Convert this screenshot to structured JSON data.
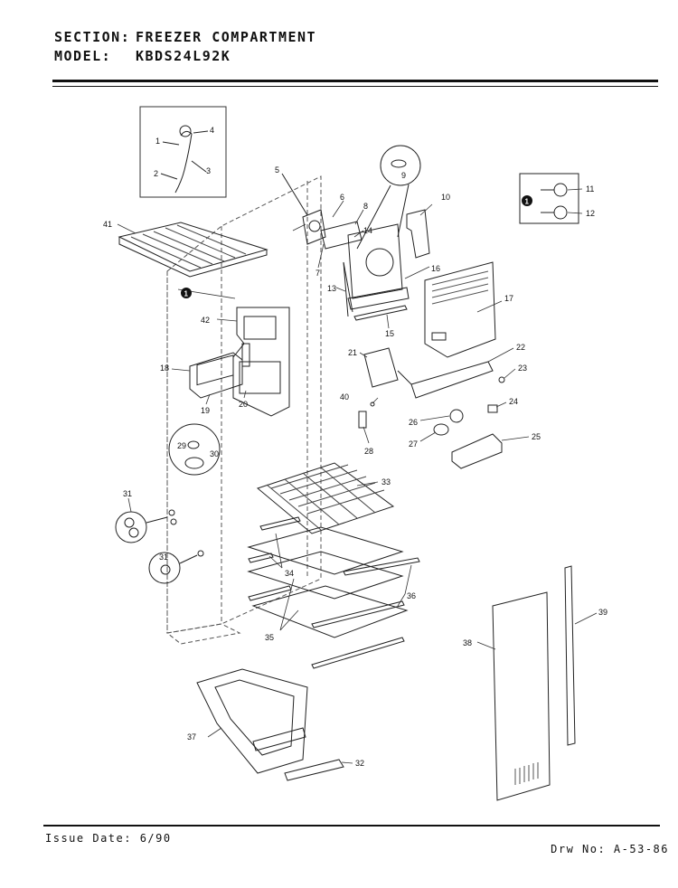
{
  "header": {
    "section_label": "SECTION:",
    "section_value": "FREEZER COMPARTMENT",
    "model_label": "MODEL:",
    "model_value": "KBDS24L92K"
  },
  "footer": {
    "issue_date": "Issue Date: 6/90",
    "drawing_no": "Drw No: A-53-86"
  },
  "callouts": [
    "1",
    "2",
    "3",
    "4",
    "5",
    "6",
    "7",
    "8",
    "9",
    "10",
    "11",
    "12",
    "13",
    "14",
    "15",
    "16",
    "17",
    "18",
    "19",
    "20",
    "21",
    "22",
    "23",
    "24",
    "25",
    "26",
    "27",
    "28",
    "29",
    "30",
    "31",
    "31",
    "32",
    "33",
    "34",
    "35",
    "36",
    "37",
    "38",
    "39",
    "40",
    "41",
    "42"
  ],
  "note_markers": [
    "1",
    "1"
  ]
}
